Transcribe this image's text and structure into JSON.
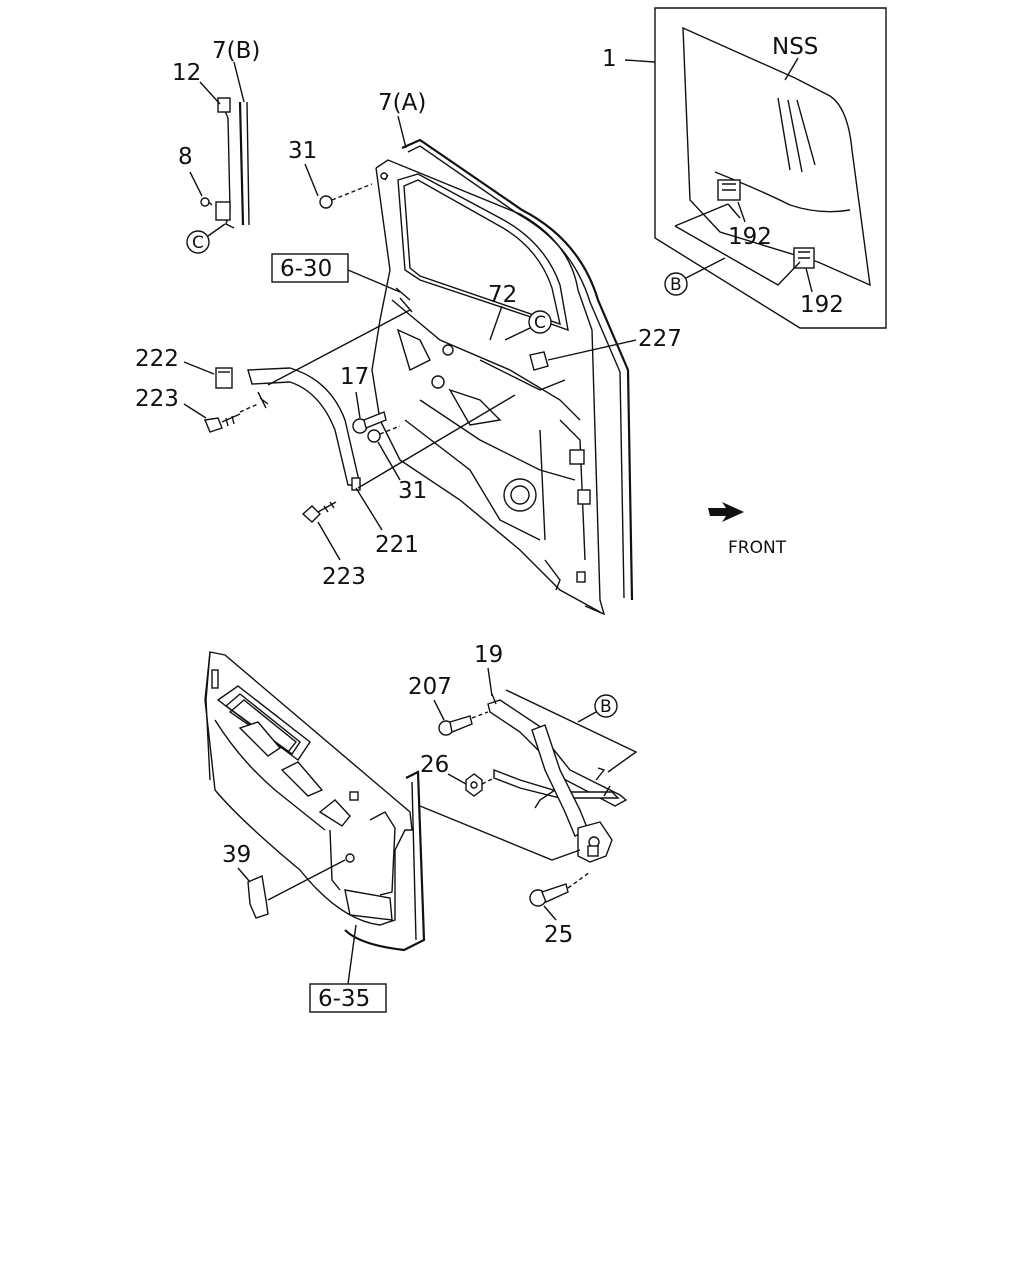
{
  "callouts": {
    "c1": "1",
    "nss": "NSS",
    "c192a": "192",
    "c192b": "192",
    "b_top": "B",
    "b_mid": "B",
    "c7b": "7(B)",
    "c12": "12",
    "c8": "8",
    "c_left": "C",
    "c_right": "C",
    "c31a": "31",
    "c7a": "7(A)",
    "ref630": "6-30",
    "c72": "72",
    "c227": "227",
    "c222": "222",
    "c223a": "223",
    "c17": "17",
    "c31b": "31",
    "c221": "221",
    "c223b": "223",
    "front": "FRONT",
    "c19": "19",
    "c207": "207",
    "c26": "26",
    "c39": "39",
    "c25": "25",
    "ref635": "6-35"
  }
}
